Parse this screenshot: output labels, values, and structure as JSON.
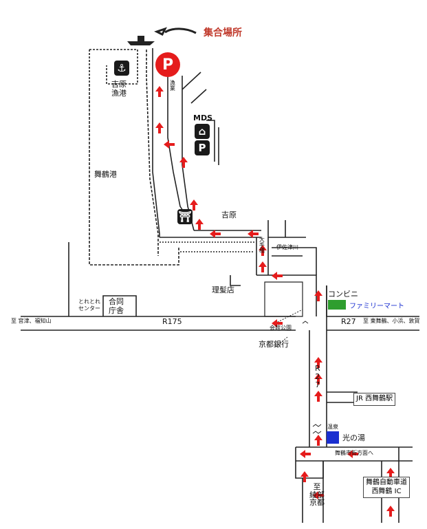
{
  "header": {
    "meeting_point": "集合場所"
  },
  "icons": {
    "parking_main": "P",
    "parking_mds": "P",
    "anchor": "⚓",
    "shrine": "⛩",
    "mds_building": "⌂"
  },
  "places": {
    "yoshihara_fishing_port": "吉原\n漁港",
    "maizuru_port": "舞鶴港",
    "gyomu": "漁業",
    "mds": "MDS",
    "yoshihara": "吉原",
    "otebashi": "大手橋",
    "barber": "理髪店",
    "convenience_store": "コンビニ",
    "family_mart": "ファミリーマート",
    "toretore_center": "とれとれ\nセンター",
    "godo_chosha": "合同\n庁舎",
    "kyoto_bank": "京都銀行",
    "kaikan": "会館公園",
    "jr_station": "JR 西舞鶴駅",
    "onsen_label": "温泉",
    "hikari_no_yu": "光の湯",
    "maizuru_street": "舞鶴市街方面へ",
    "expressway_ic": "舞鶴自動車道\n西舞鶴 IC",
    "to_ayabe_kyoto": "至\n綾部\n京都",
    "small_river_label": "伊佐津川"
  },
  "roads": {
    "r175": "R175",
    "r27_east": "R27",
    "r27_vertical": "R\n2\n7",
    "west_destination": "至 宮津、福知山",
    "east_destination": "至 東舞鶴、小浜、敦賀"
  },
  "colors": {
    "arrow": "#e51c1c",
    "parking_circle": "#e51c1c",
    "convenience_green": "#2e9e2e",
    "onsen_blue": "#1a2fd0",
    "meeting_text": "#c0392b"
  }
}
